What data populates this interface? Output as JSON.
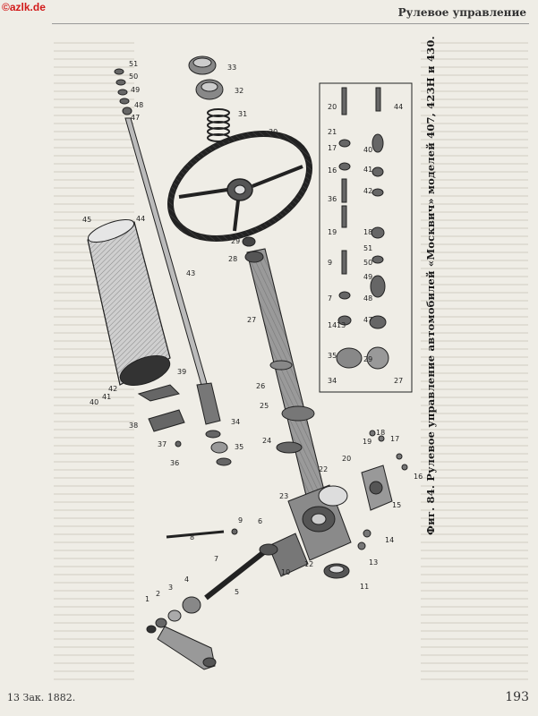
{
  "watermark": "©azlk.de",
  "running_head": "Рулевое управление",
  "caption": "Фиг. 84. Рулевое управление автомобилей «Москвич» моделей 407, 423Н и 430.",
  "footer_left": "13 Зак. 1882.",
  "page_number": "193",
  "callouts": {
    "c1": "1",
    "c2": "2",
    "c3": "3",
    "c4": "4",
    "c5": "5",
    "c6": "6",
    "c7": "7",
    "c8": "8",
    "c9": "9",
    "c10": "10",
    "c11": "11",
    "c12": "12",
    "c13": "13",
    "c14": "14",
    "c15": "15",
    "c16": "16",
    "c17": "17",
    "c18": "18",
    "c19": "19",
    "c20": "20",
    "c22": "22",
    "c23": "23",
    "c24": "24",
    "c25": "25",
    "c26": "26",
    "c27": "27",
    "c28": "28",
    "c29": "29",
    "c30": "30",
    "c31": "31",
    "c32": "32",
    "c33": "33",
    "c34": "34",
    "c35": "35",
    "c36": "36",
    "c37": "37",
    "c38": "38",
    "c39": "39",
    "c40": "40",
    "c41": "41",
    "c42": "42",
    "c43": "43",
    "c44": "44",
    "c45": "45",
    "c47": "47",
    "c48": "48",
    "c49": "49",
    "c50": "50",
    "c51": "51"
  },
  "inset_labels": {
    "r1a": "20",
    "r1b": "21",
    "r1c": "17",
    "r1d": "16",
    "r1e": "36",
    "r1f": "19",
    "r1g": "9",
    "r1h": "7",
    "r1i": "14",
    "r1j": "13",
    "r1k": "35",
    "r1l": "34",
    "r2a": "44",
    "r2b": "40",
    "r2c": "41",
    "r2d": "42",
    "r2e": "18",
    "r2f": "51",
    "r2g": "50",
    "r2h": "49",
    "r2i": "48",
    "r2j": "47",
    "r2k": "29",
    "r2l": "27"
  }
}
